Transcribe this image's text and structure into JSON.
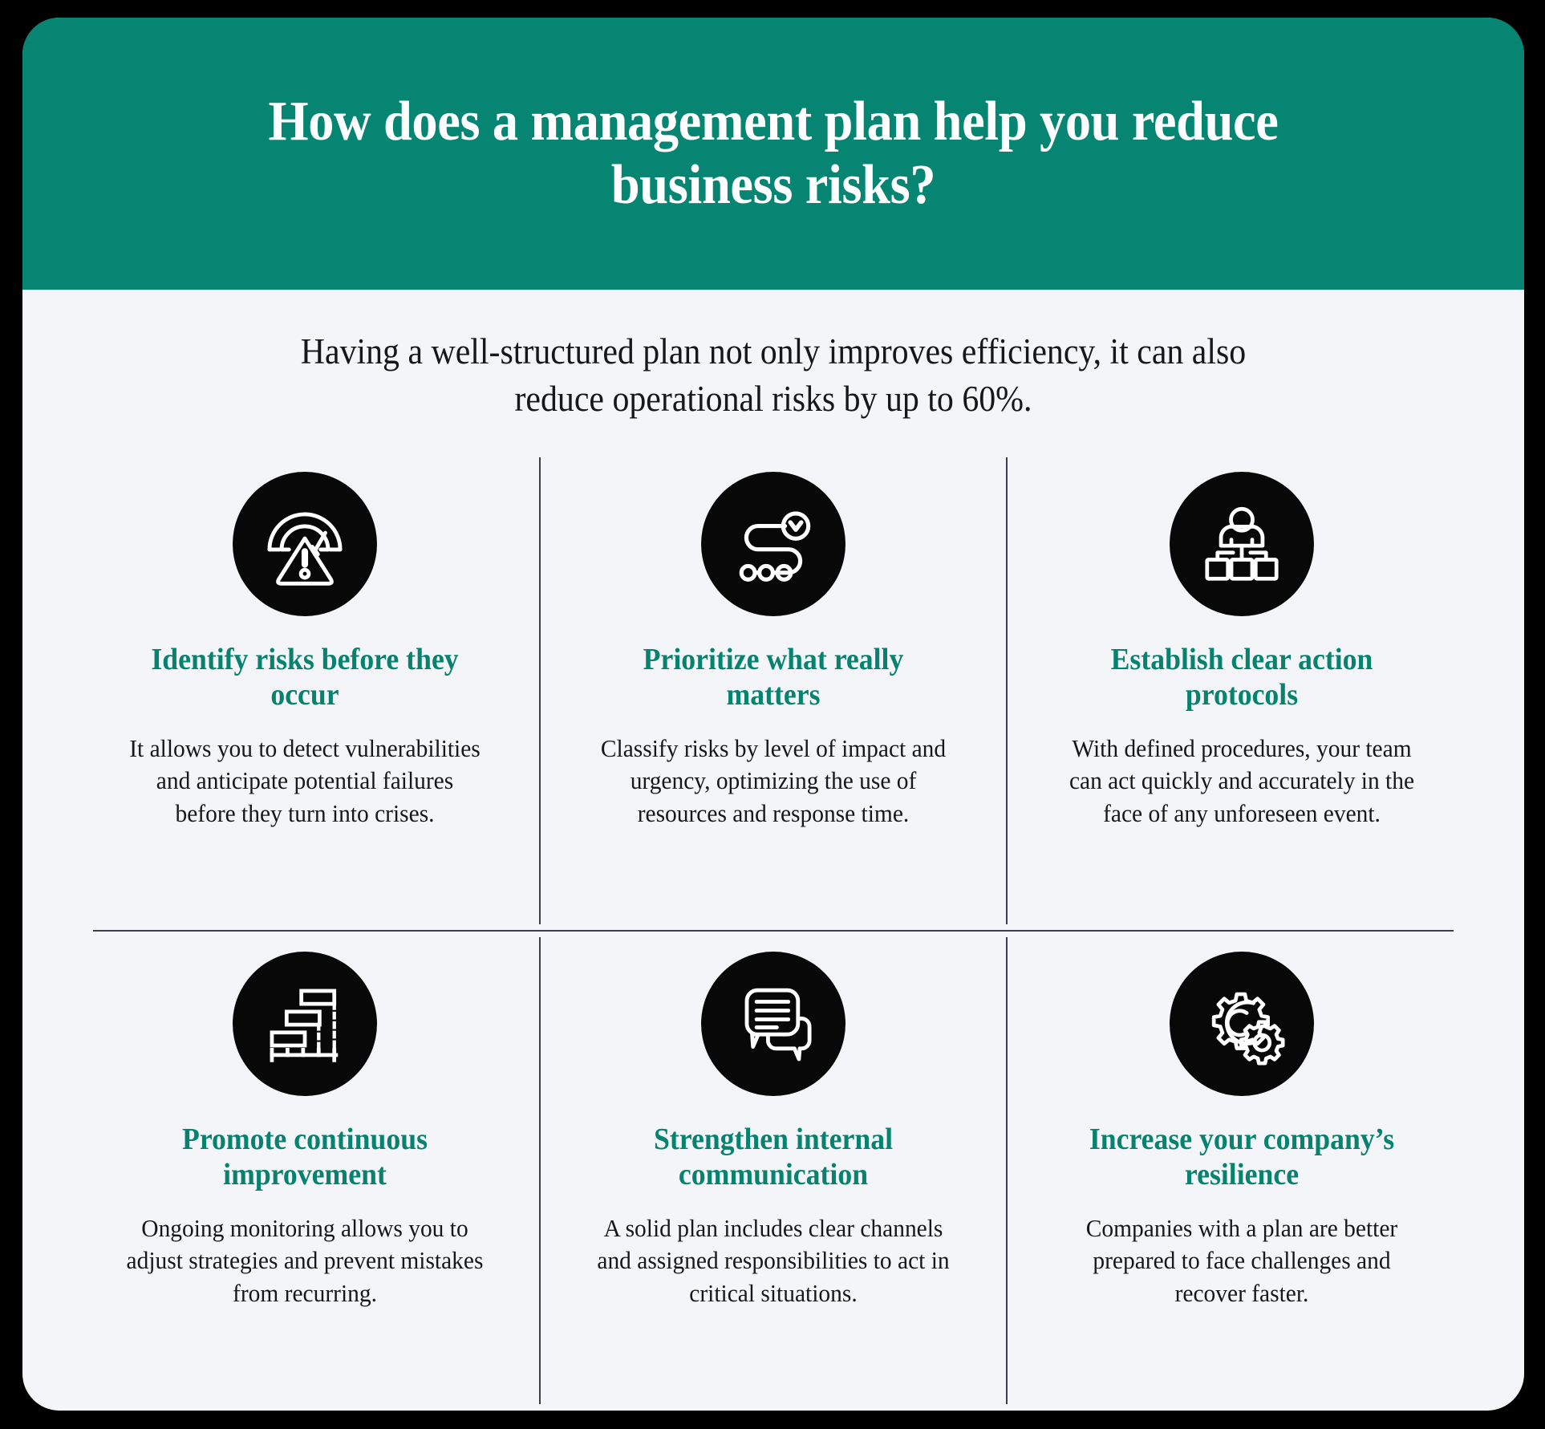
{
  "header": {
    "title": "How does a management plan help you reduce business risks?",
    "background_color": "#068672",
    "text_color": "#ffffff"
  },
  "subtitle": "Having a well-structured plan not only improves efficiency, it can also reduce operational risks by up to 60%.",
  "theme": {
    "accent_color": "#07826f",
    "card_background": "#f3f5f9",
    "page_background": "#000000",
    "icon_circle_color": "#080808",
    "divider_color": "#3b3f4a",
    "body_text_color": "#15171c"
  },
  "cards": [
    {
      "icon_name": "risk-gauge-warning-icon",
      "heading": "Identify risks before they occur",
      "body": "It allows you to detect vulnerabilities and anticipate potential failures before they turn into crises."
    },
    {
      "icon_name": "roadmap-priority-path-icon",
      "heading": "Prioritize what really matters",
      "body": "Classify risks by level of impact and urgency, optimizing the use of resources and response time."
    },
    {
      "icon_name": "org-chart-hierarchy-icon",
      "heading": "Establish clear action protocols",
      "body": "With defined procedures, your team can act quickly and accurately in the face of any unforeseen event."
    },
    {
      "icon_name": "gantt-chart-icon",
      "heading": "Promote continuous improvement",
      "body": "Ongoing monitoring allows you to adjust strategies and prevent mistakes from recurring."
    },
    {
      "icon_name": "speech-bubbles-chat-icon",
      "heading": "Strengthen internal communication",
      "body": "A solid plan includes clear channels and assigned responsibilities to act in critical situations."
    },
    {
      "icon_name": "gears-settings-icon",
      "heading": "Increase your company’s resilience",
      "body": "Companies with a plan are better prepared to face challenges and recover faster."
    }
  ]
}
